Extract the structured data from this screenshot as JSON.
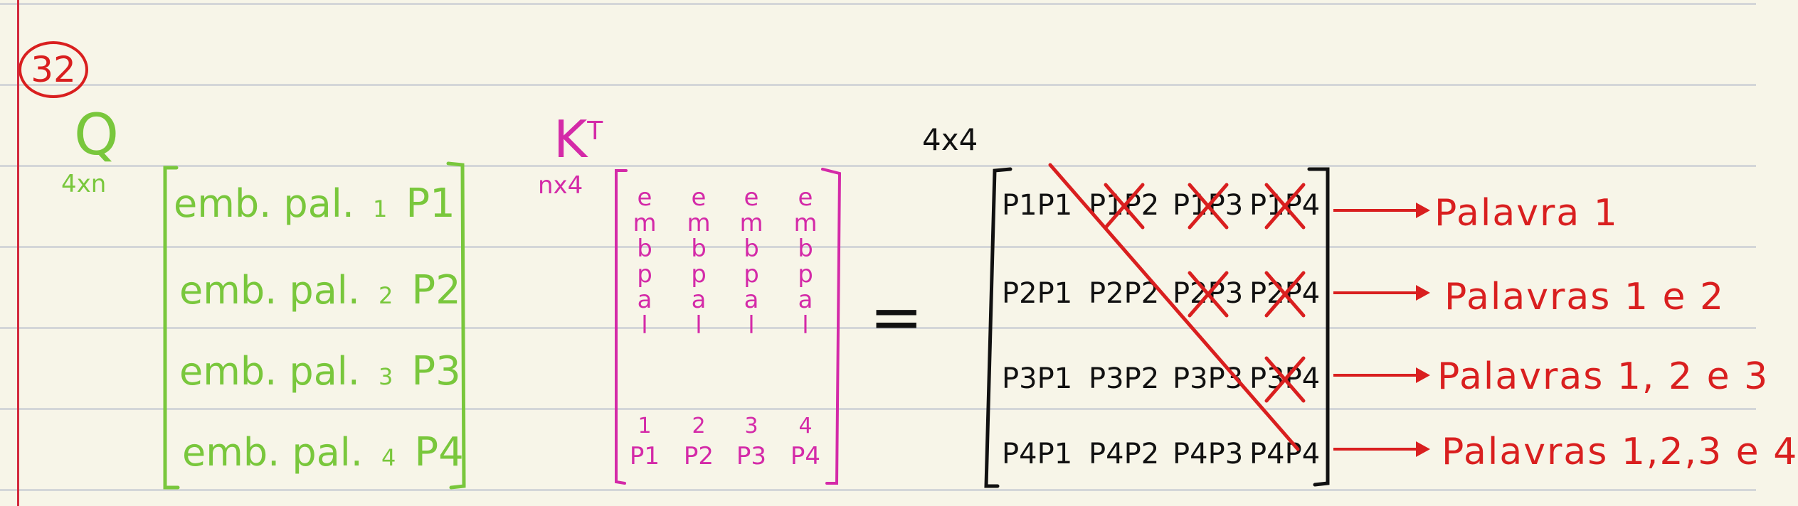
{
  "problem_number": "32",
  "q_matrix": {
    "symbol": "Q",
    "size": "4xn",
    "rows": [
      {
        "text": "emb. pal.",
        "num": "1",
        "sym": "P1"
      },
      {
        "text": "emb. pal.",
        "num": "2",
        "sym": "P2"
      },
      {
        "text": "emb. pal.",
        "num": "3",
        "sym": "P3"
      },
      {
        "text": "emb. pal.",
        "num": "4",
        "sym": "P4"
      }
    ]
  },
  "kt_matrix": {
    "symbol": "K",
    "superscript": "T",
    "size": "nx4",
    "columns": [
      {
        "letters": "e\nm\nb\np\na\nl",
        "num": "1",
        "sym": "P1"
      },
      {
        "letters": "e\nm\nb\np\na\nl",
        "num": "2",
        "sym": "P2"
      },
      {
        "letters": "e\nm\nb\np\na\nl",
        "num": "3",
        "sym": "P3"
      },
      {
        "letters": "e\nm\nb\np\na\nl",
        "num": "4",
        "sym": "P4"
      }
    ]
  },
  "equals": "=",
  "result_matrix": {
    "size": "4x4",
    "rows": [
      [
        "P1P1",
        "P1P2",
        "P1P3",
        "P1P4"
      ],
      [
        "P2P1",
        "P2P2",
        "P2P3",
        "P2P4"
      ],
      [
        "P3P1",
        "P3P2",
        "P3P3",
        "P3P4"
      ],
      [
        "P4P1",
        "P4P2",
        "P4P3",
        "P4P4"
      ]
    ],
    "masked": [
      [
        1,
        2,
        3
      ],
      [
        2,
        3
      ],
      [
        3
      ],
      []
    ]
  },
  "labels": [
    "Palavra 1",
    "Palavras 1 e 2",
    "Palavras 1, 2 e 3",
    "Palavras 1,2,3 e 4"
  ],
  "colors": {
    "q": "#79c73c",
    "kt": "#d42aa8",
    "result": "#111111",
    "annotation": "#d91f1f",
    "paper": "#f7f5e8"
  }
}
